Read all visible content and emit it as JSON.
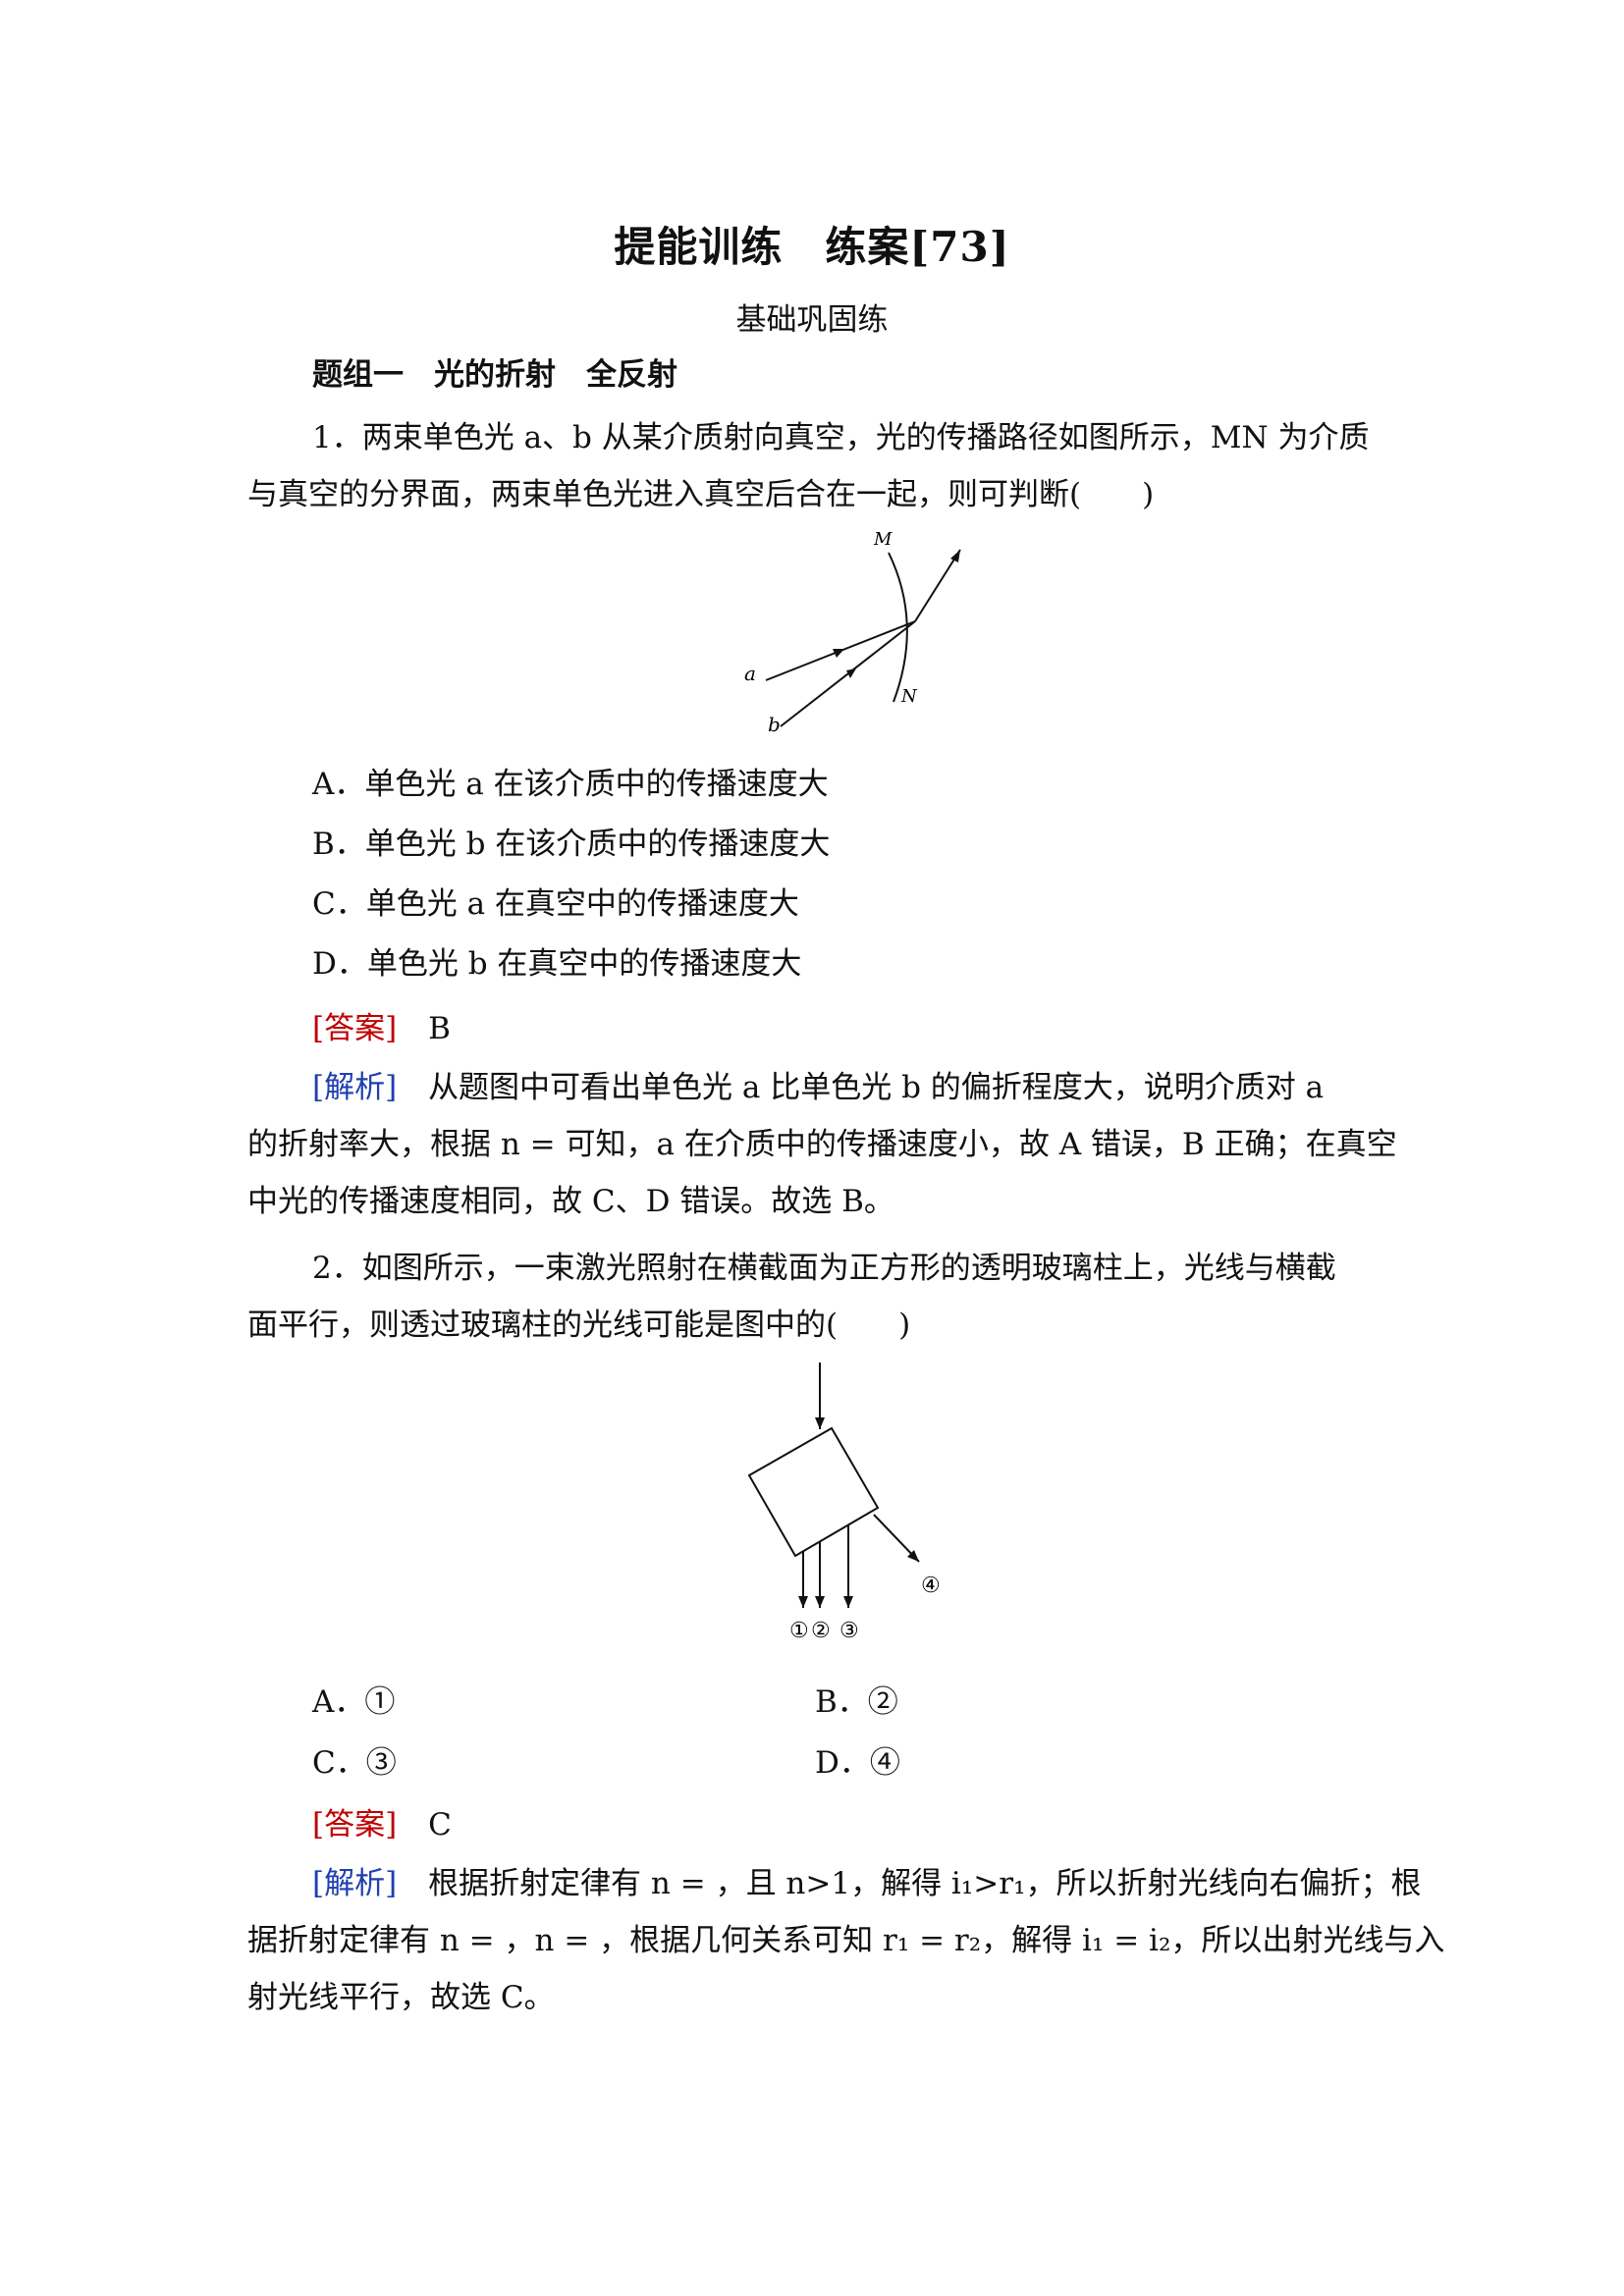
{
  "title": "提能训练　练案[73]",
  "subtitle": "基础巩固练",
  "section_heading": "题组一　光的折射　全反射",
  "q1": {
    "stem_line1": "1．两束单色光 a、b 从某介质射向真空，光的传播路径如图所示，MN 为介质",
    "stem_line2": "与真空的分界面，两束单色光进入真空后合在一起，则可判断(　　)",
    "figure_labels": {
      "M": "M",
      "N": "N",
      "a": "a",
      "b": "b"
    },
    "options": [
      "A．单色光 a 在该介质中的传播速度大",
      "B．单色光 b 在该介质中的传播速度大",
      "C．单色光 a 在真空中的传播速度大",
      "D．单色光 b 在真空中的传播速度大"
    ],
    "answer_tag": "[答案]",
    "answer": "B",
    "analysis_tag": "[解析]",
    "analysis_line1": "从题图中可看出单色光 a 比单色光 b 的偏折程度大，说明介质对 a",
    "analysis_line2": "的折射率大，根据 n = 可知，a 在介质中的传播速度小，故 A 错误，B 正确；在真空",
    "analysis_line3": "中光的传播速度相同，故 C、D 错误。故选 B。"
  },
  "q2": {
    "stem_line1": "2．如图所示，一束激光照射在横截面为正方形的透明玻璃柱上，光线与横截",
    "stem_line2": "面平行，则透过玻璃柱的光线可能是图中的(　　)",
    "figure_labels": {
      "r1": "①",
      "r2": "②",
      "r3": "③",
      "r4": "④"
    },
    "options": [
      "A．①",
      "B．②",
      "C．③",
      "D．④"
    ],
    "answer_tag": "[答案]",
    "answer": "C",
    "analysis_tag": "[解析]",
    "analysis_line1": "根据折射定律有 n = ，且 n>1，解得 i₁>r₁，所以折射光线向右偏折；根",
    "analysis_line2": "据折射定律有 n = ，n = ，根据几何关系可知 r₁ = r₂，解得 i₁ = i₂，所以出射光线与入",
    "analysis_line3": "射光线平行，故选 C。"
  }
}
